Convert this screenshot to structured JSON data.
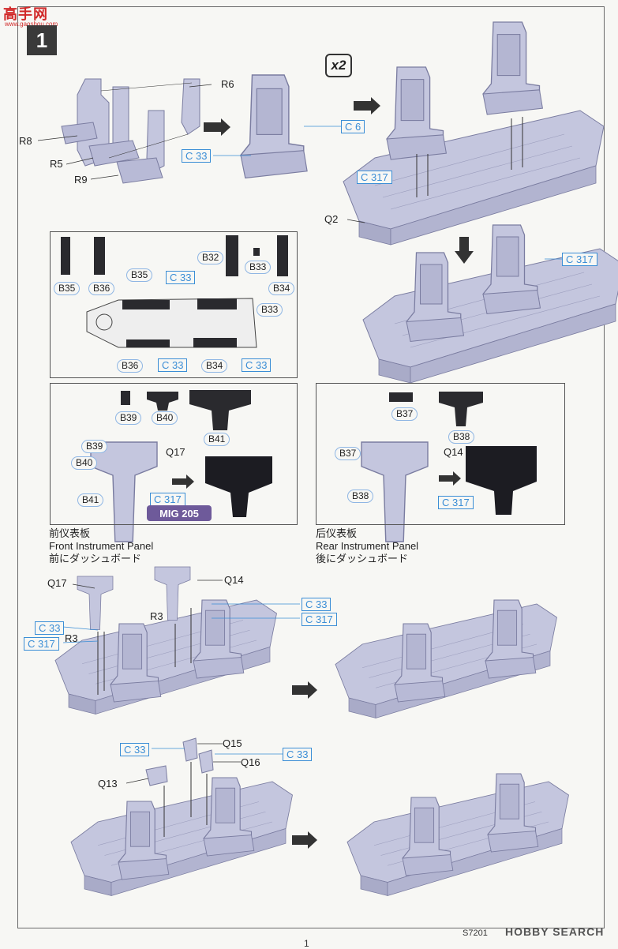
{
  "watermark": {
    "text": "高手网",
    "sub": "www.gaoshou.com"
  },
  "step": {
    "number": "1"
  },
  "multiplier": "x2",
  "parts": {
    "r8": "R8",
    "r5": "R5",
    "r9": "R9",
    "r6": "R6",
    "c6": "C 6",
    "c33": "C 33",
    "c317": "C 317",
    "q2": "Q2",
    "q17": "Q17",
    "q14": "Q14",
    "r3": "R3",
    "q15": "Q15",
    "q16": "Q16",
    "q13": "Q13",
    "b32": "B32",
    "b33": "B33",
    "b34": "B34",
    "b35": "B35",
    "b36": "B36",
    "b37": "B37",
    "b38": "B38",
    "b39": "B39",
    "b40": "B40",
    "b41": "B41"
  },
  "mig_tag": "MIG 205",
  "captions": {
    "front": {
      "zh": "前仪表板",
      "en": "Front Instrument Panel",
      "ja": "前にダッシュボード"
    },
    "rear": {
      "zh": "后仪表板",
      "en": "Rear Instrument Panel",
      "ja": "後にダッシュボード"
    }
  },
  "footer": {
    "code": "S7201",
    "logo": "HOBBY SEARCH",
    "page": "1"
  },
  "colors": {
    "part_fill": "#c4c6de",
    "part_stroke": "#7a7ca0",
    "decal": "#2a2a2e",
    "callout": "#3b8ed6"
  }
}
